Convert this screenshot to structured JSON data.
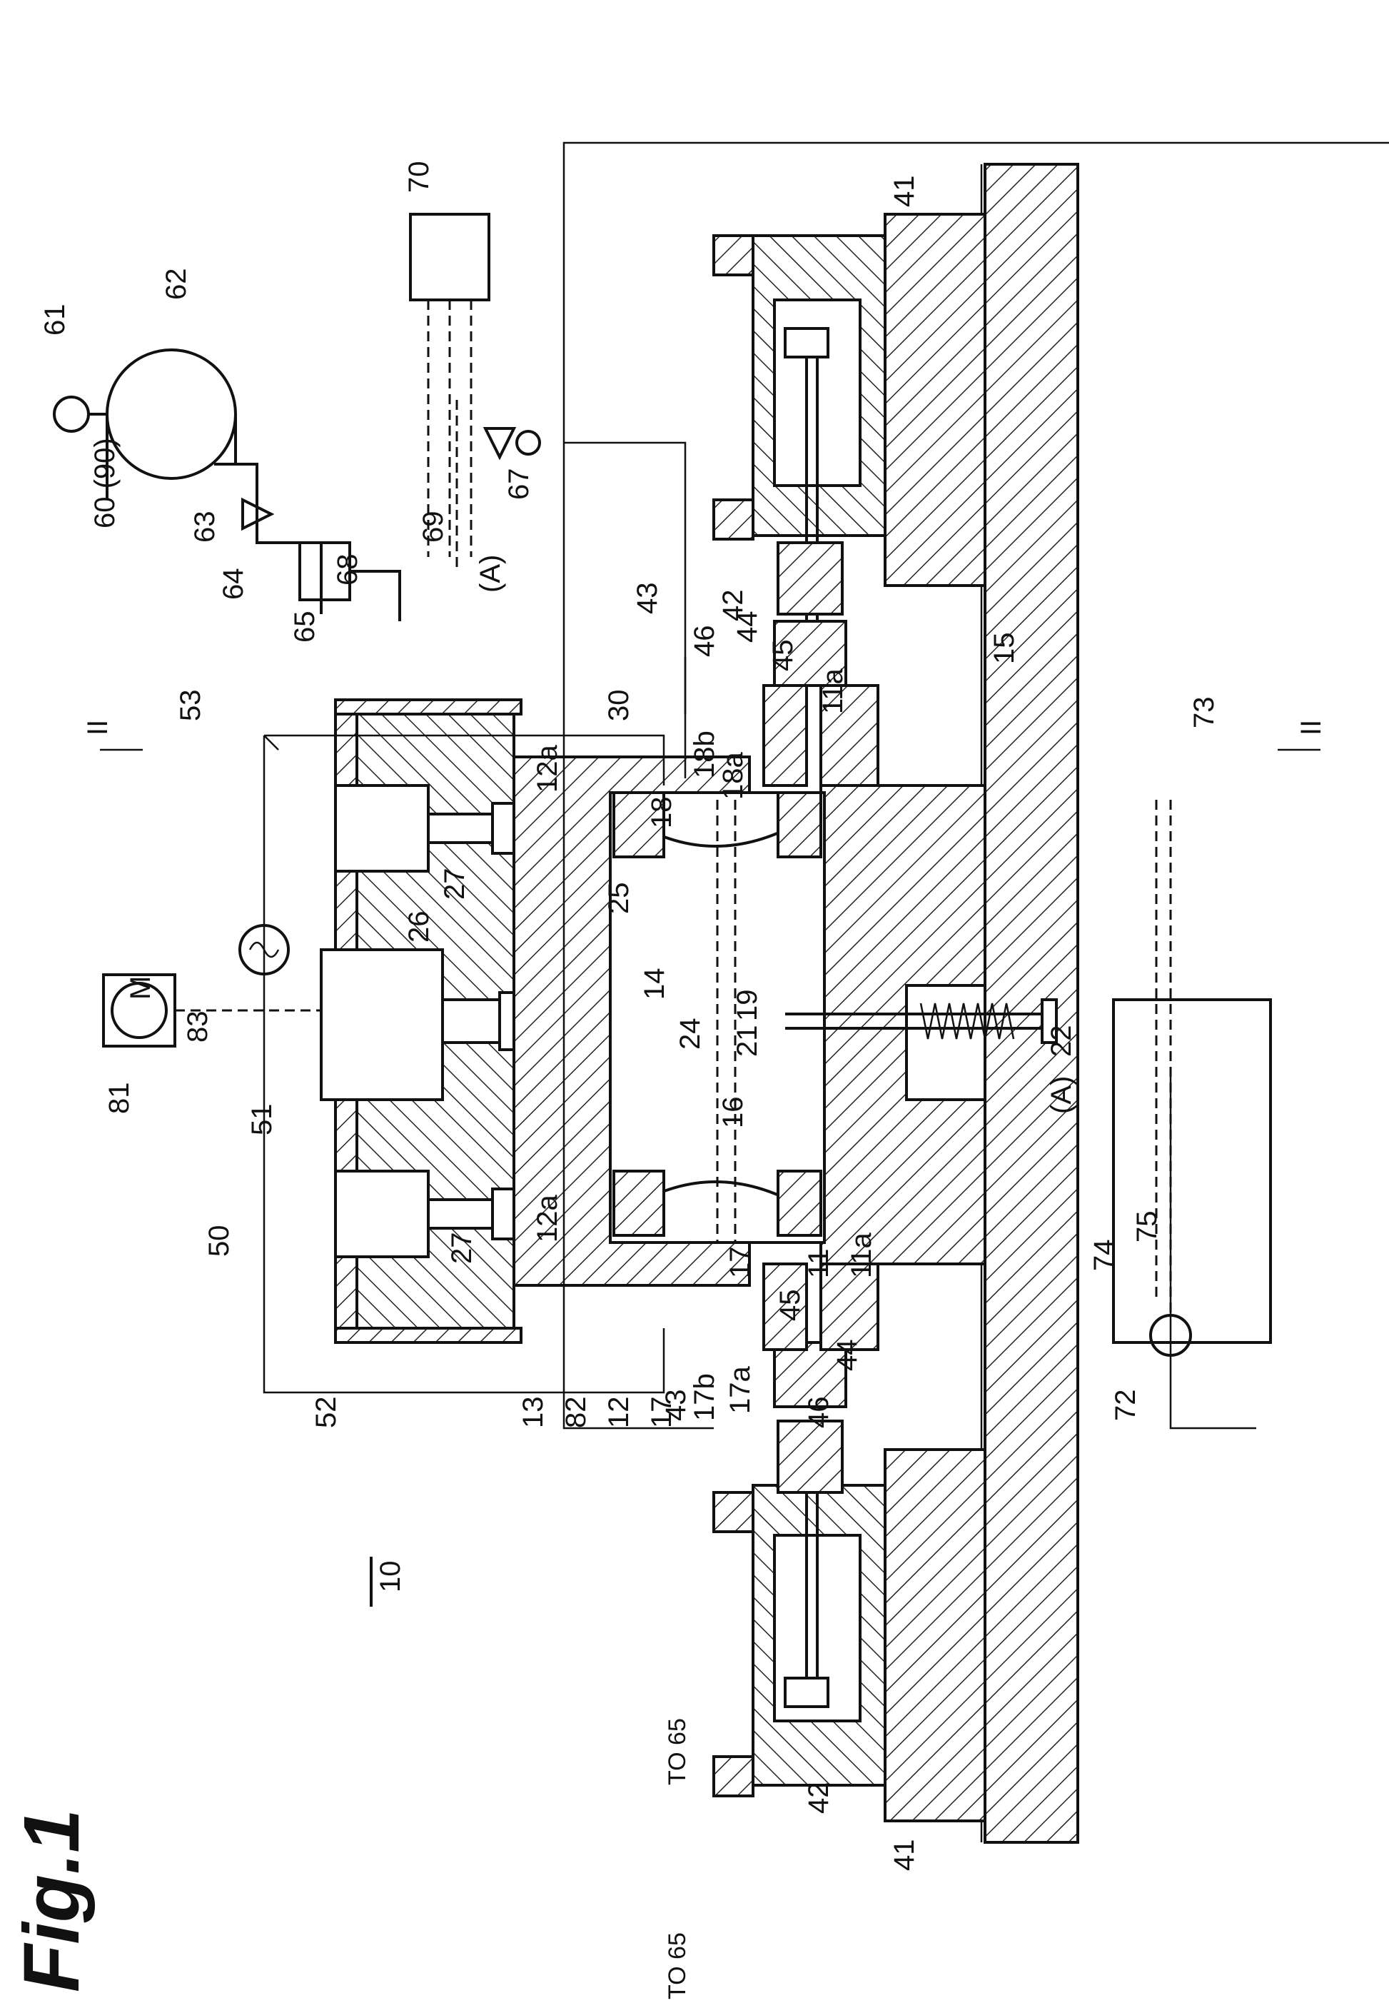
{
  "figure": {
    "title": "Fig.1",
    "rotation_deg": -90,
    "labels": {
      "main": "10",
      "l13": "13",
      "l82": "82",
      "l12": "12",
      "l52": "52",
      "l50": "50",
      "l51": "51",
      "l83": "83",
      "l81": "81",
      "motor": "M",
      "l27a": "27",
      "l26": "26",
      "l27b": "27",
      "l53": "53",
      "l12a_1": "12a",
      "l12a_2": "12a",
      "l17": "17",
      "l17b": "17b",
      "l17a": "17a",
      "l17_2": "17",
      "l16": "16",
      "l24": "24",
      "l14": "14",
      "l25": "25",
      "l21": "21",
      "l19": "19",
      "l18": "18",
      "l18a": "18a",
      "l18b": "18b",
      "l30": "30",
      "l11": "11",
      "l11a_1": "11a",
      "l11a_2": "11a",
      "l45_1": "45",
      "l45_2": "45",
      "l44_1": "44",
      "l44_2": "44",
      "l46_1": "46",
      "l46_2": "46",
      "l43_1": "43",
      "l43_2": "43",
      "l41_1": "41",
      "l41_2": "41",
      "l42_1": "42",
      "l42_2": "42",
      "l15": "15",
      "l22": "22",
      "lA1": "(A)",
      "lA2": "(A)",
      "l67": "67",
      "l69": "69",
      "l68": "68",
      "l70": "70",
      "l65": "65",
      "l64": "64",
      "l63": "63",
      "l62": "62",
      "l61": "61",
      "l60": "60 (90)",
      "l72": "72",
      "l73": "73",
      "l74": "74",
      "l75": "75",
      "lII_1": "II",
      "lII_2": "II",
      "to65_1": "TO 65",
      "to65_2": "TO 65"
    }
  }
}
